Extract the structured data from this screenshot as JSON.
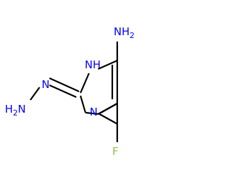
{
  "molecule": {
    "atoms": {
      "nh_ring": {
        "text": "H",
        "sub": "",
        "pre": "N",
        "color_main": "#0000ff",
        "color_pre": "#0000ff"
      },
      "nh2_top": {
        "text": "NH",
        "sub": "2",
        "color": "#0000ff"
      },
      "n_ring_lower": {
        "text": "N",
        "color": "#0000ff"
      },
      "n_hydrazone": {
        "text": "N",
        "color": "#0000ff"
      },
      "h2n_left": {
        "text": "H",
        "sub": "2",
        "tail": "N",
        "color": "#0000ff"
      },
      "fluorine": {
        "text": "F",
        "color": "#90c040"
      }
    },
    "bond_color": "#000000"
  }
}
